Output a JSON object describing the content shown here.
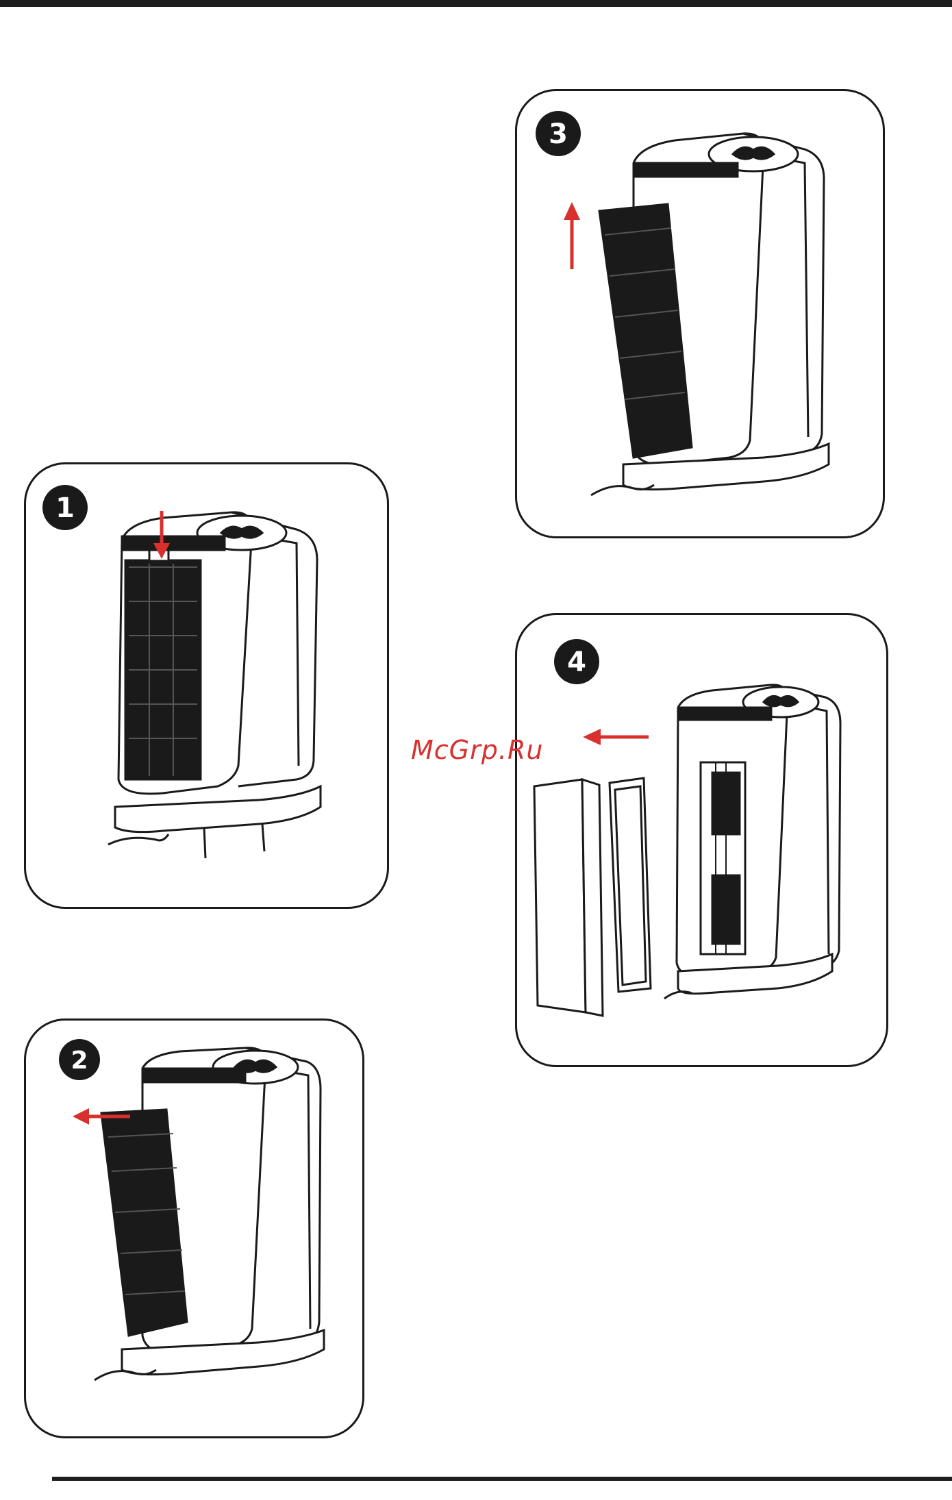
{
  "watermark": {
    "text": "McGrp.Ru",
    "color": "#d9302e"
  },
  "steps": [
    {
      "number": "1",
      "action": "press-latch",
      "arrow": "down"
    },
    {
      "number": "2",
      "action": "tilt-grille-out",
      "arrow": "left"
    },
    {
      "number": "3",
      "action": "lift-grille-off",
      "arrow": "up"
    },
    {
      "number": "4",
      "action": "remove-filters",
      "arrow": "left"
    }
  ],
  "colors": {
    "arrow": "#d9302e",
    "ink": "#1a1a1a"
  },
  "icons": [
    "step-badge-icon",
    "red-arrow-icon",
    "air-purifier-illustration",
    "filter-illustration"
  ]
}
